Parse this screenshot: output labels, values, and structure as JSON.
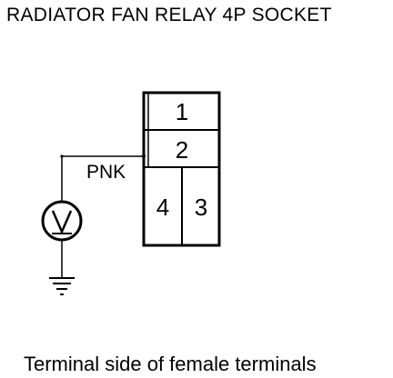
{
  "title": "RADIATOR FAN RELAY 4P SOCKET",
  "caption": "Terminal side of female terminals",
  "wire": {
    "color_label": "PNK"
  },
  "connector": {
    "terminals": [
      "1",
      "2",
      "4",
      "3"
    ]
  },
  "meter": {
    "symbol": "V",
    "icon": "voltmeter-icon"
  },
  "ground": {
    "icon": "ground-icon"
  },
  "colors": {
    "line": "#000000",
    "background": "#ffffff"
  }
}
